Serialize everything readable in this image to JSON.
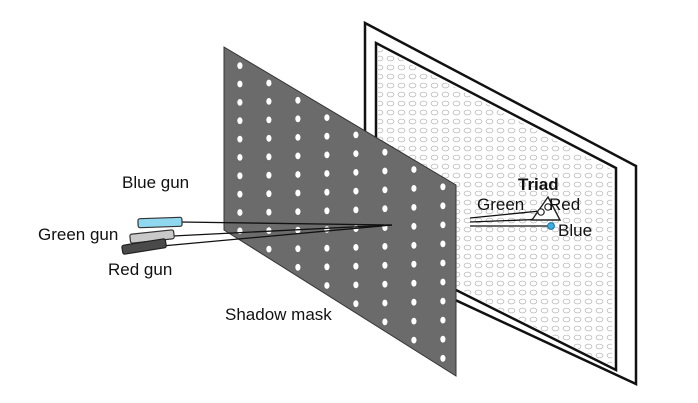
{
  "labels": {
    "blue_gun": "Blue gun",
    "green_gun": "Green gun",
    "red_gun": "Red gun",
    "shadow_mask": "Shadow mask",
    "triad": "Triad",
    "green": "Green",
    "red": "Red",
    "blue": "Blue"
  },
  "colors": {
    "mask": "#6b6b6b",
    "blue_gun": "#8fd8f0",
    "green_gun": "#c9c9c9",
    "red_gun": "#4a4a4a",
    "blue_dot": "#3ab0e6"
  }
}
